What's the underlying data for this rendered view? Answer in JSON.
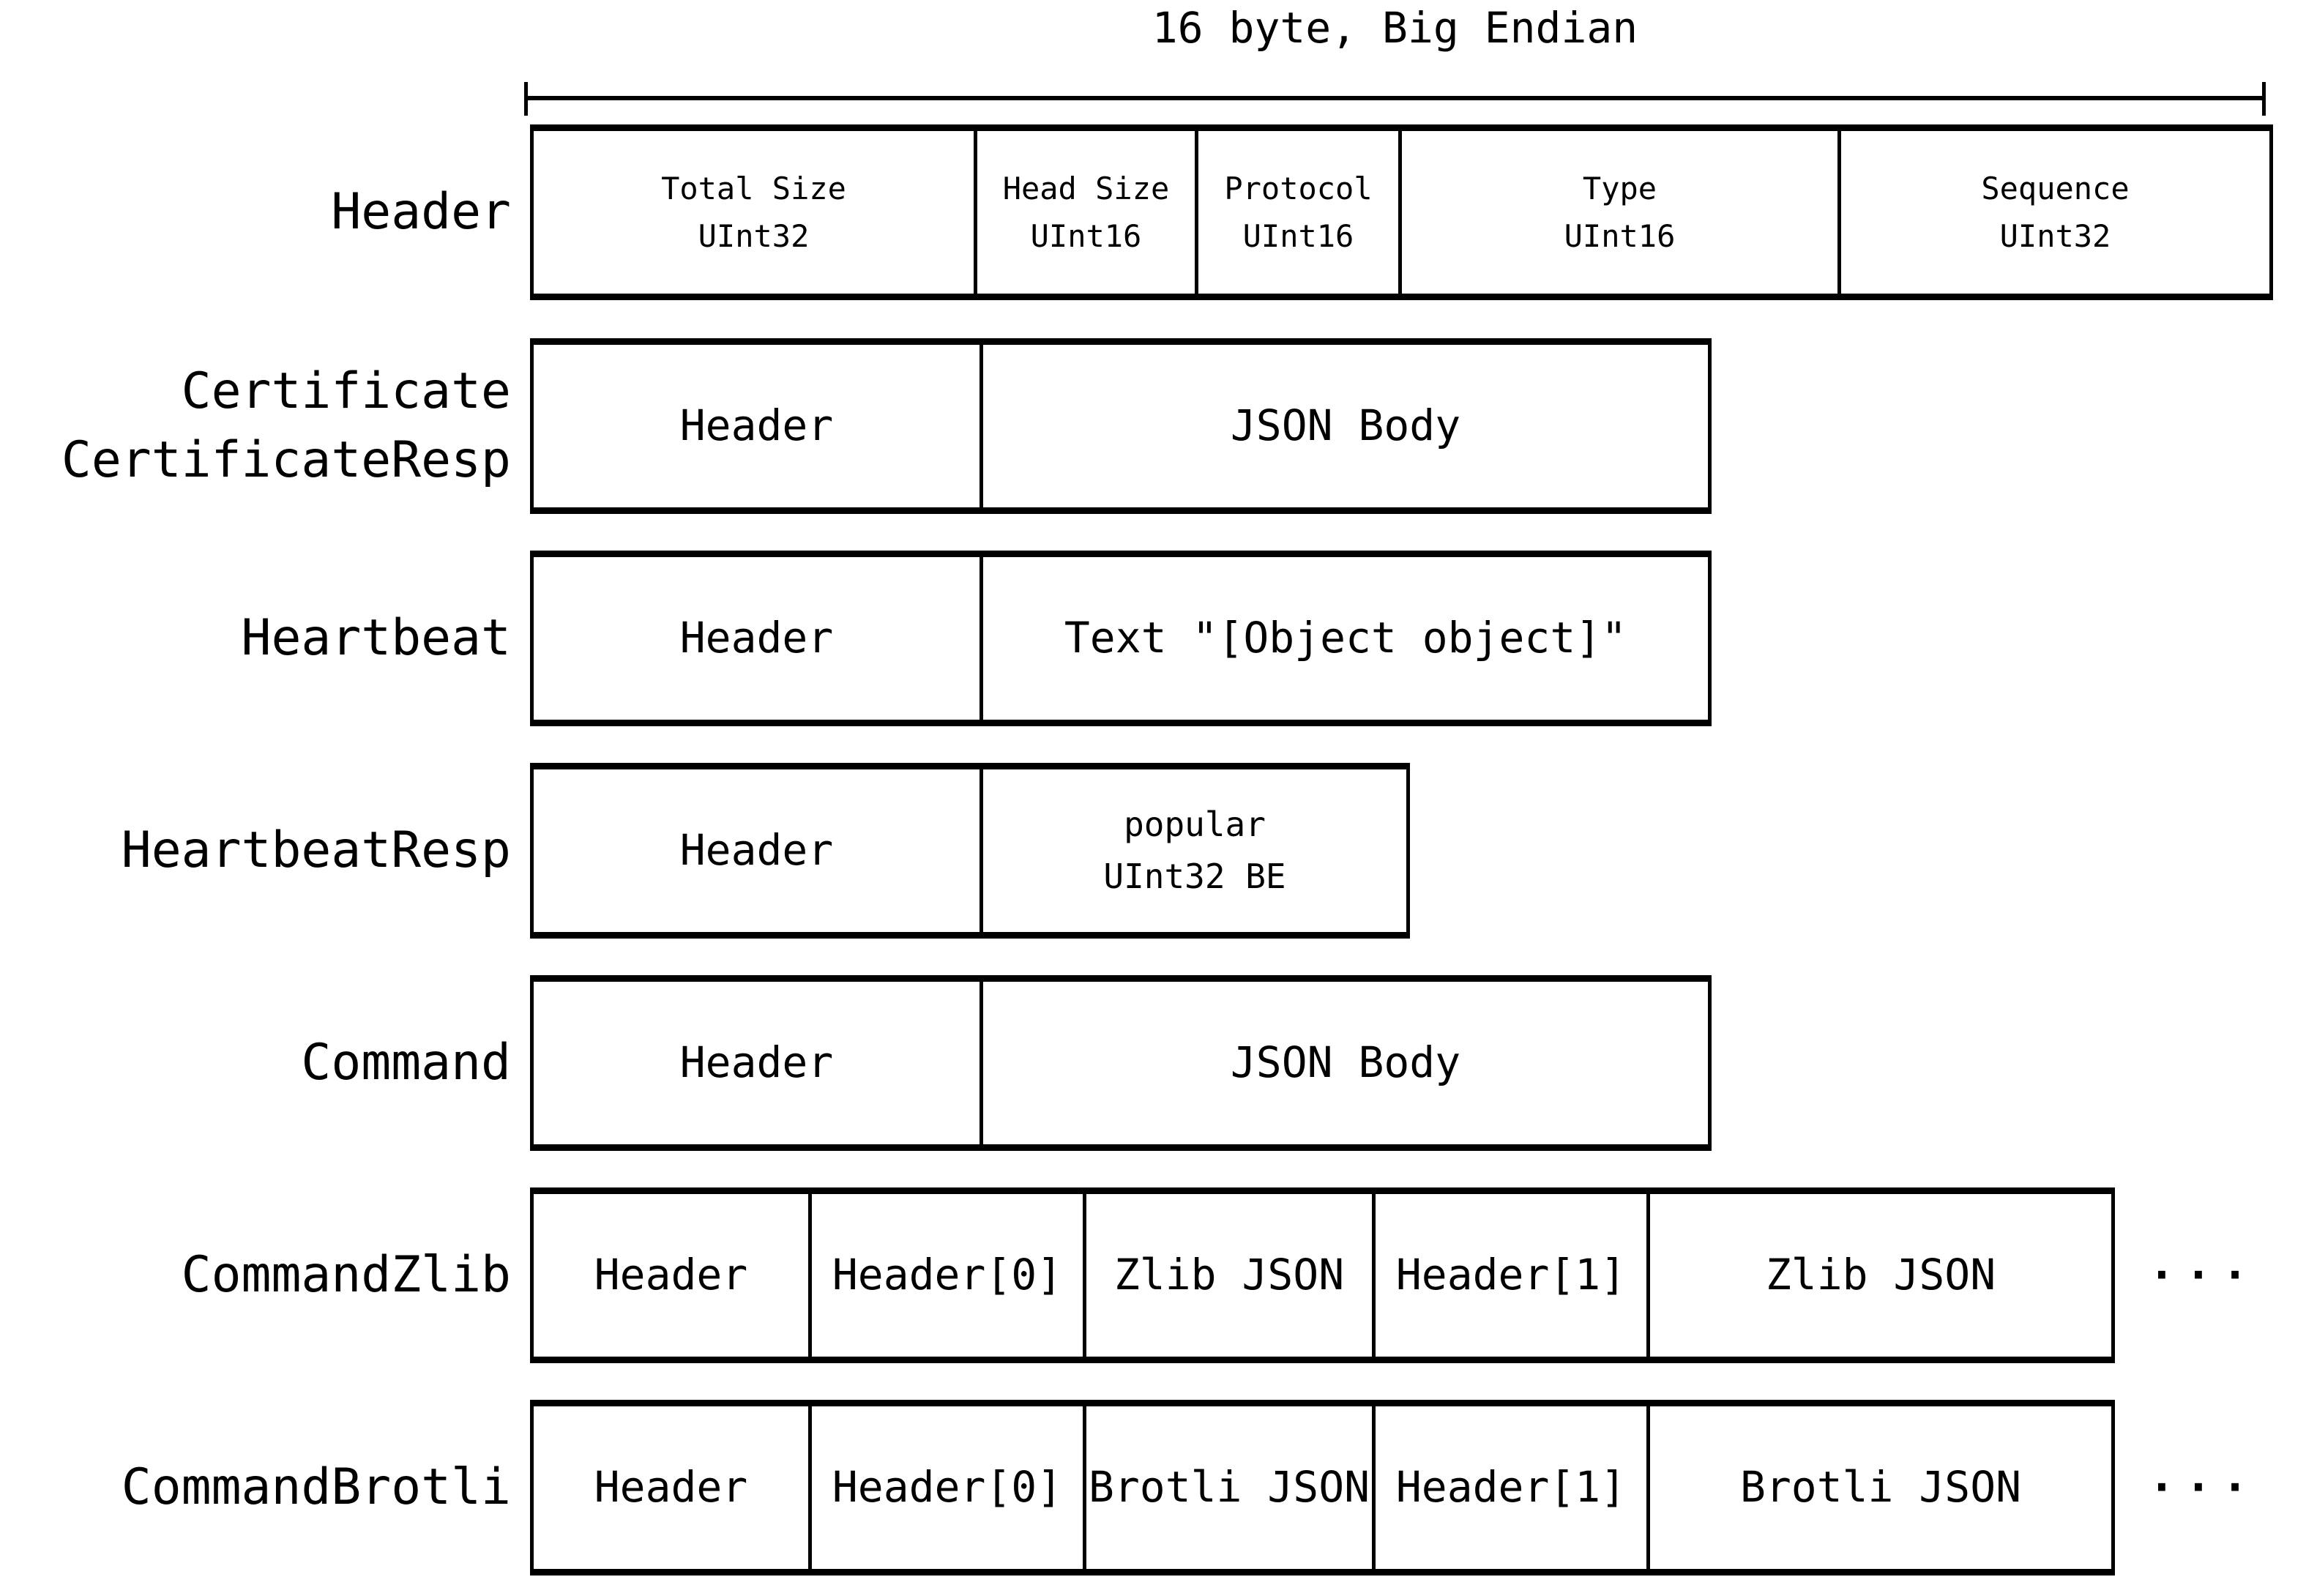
{
  "title": "16 byte, Big Endian",
  "colors": {
    "ink": "#000000",
    "background": "#ffffff"
  },
  "rows": [
    {
      "label": "Header",
      "cells": [
        {
          "text": "Total Size\nUInt32"
        },
        {
          "text": "Head Size\nUInt16"
        },
        {
          "text": "Protocol\nUInt16"
        },
        {
          "text": "Type\nUInt16"
        },
        {
          "text": "Sequence\nUInt32"
        }
      ]
    },
    {
      "label": "Certificate\nCertificateResp",
      "cells": [
        {
          "text": "Header"
        },
        {
          "text": "JSON Body"
        }
      ]
    },
    {
      "label": "Heartbeat",
      "cells": [
        {
          "text": "Header"
        },
        {
          "text": "Text \"[Object object]\""
        }
      ]
    },
    {
      "label": "HeartbeatResp",
      "cells": [
        {
          "text": "Header"
        },
        {
          "text": "popular\nUInt32 BE"
        }
      ]
    },
    {
      "label": "Command",
      "cells": [
        {
          "text": "Header"
        },
        {
          "text": "JSON Body"
        }
      ]
    },
    {
      "label": "CommandZlib",
      "cells": [
        {
          "text": "Header"
        },
        {
          "text": "Header[0]"
        },
        {
          "text": "Zlib JSON"
        },
        {
          "text": "Header[1]"
        },
        {
          "text": "Zlib JSON"
        }
      ],
      "ellipsis": "···"
    },
    {
      "label": "CommandBrotli",
      "cells": [
        {
          "text": "Header"
        },
        {
          "text": "Header[0]"
        },
        {
          "text": "Brotli JSON"
        },
        {
          "text": "Header[1]"
        },
        {
          "text": "Brotli JSON"
        }
      ],
      "ellipsis": "···"
    }
  ]
}
